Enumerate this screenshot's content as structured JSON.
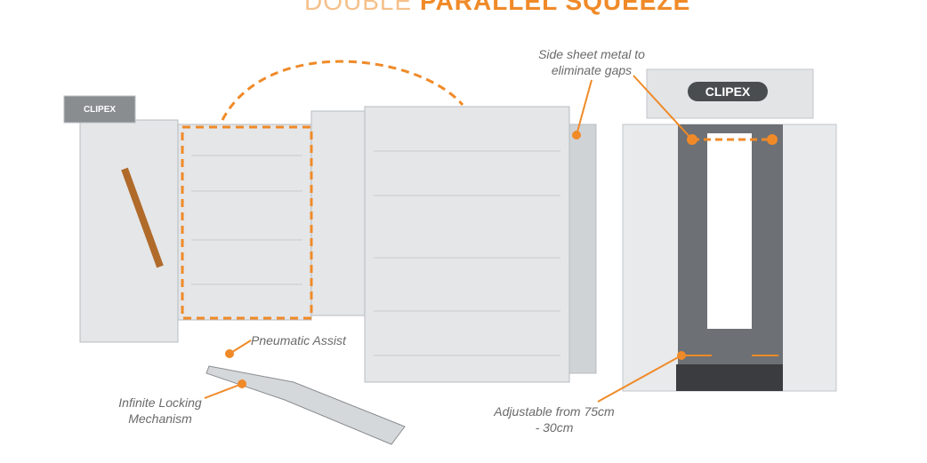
{
  "title": {
    "light": "DOUBLE ",
    "bold": "PARALLEL SQUEEZE"
  },
  "brand": "CLIPEX",
  "accent": "#f08a28",
  "callouts": {
    "side_sheet": "Side sheet metal to eliminate gaps",
    "pneumatic": "Pneumatic Assist",
    "locking": "Infinite Locking Mechanism",
    "adjustable": "Adjustable from 75cm - 30cm"
  }
}
